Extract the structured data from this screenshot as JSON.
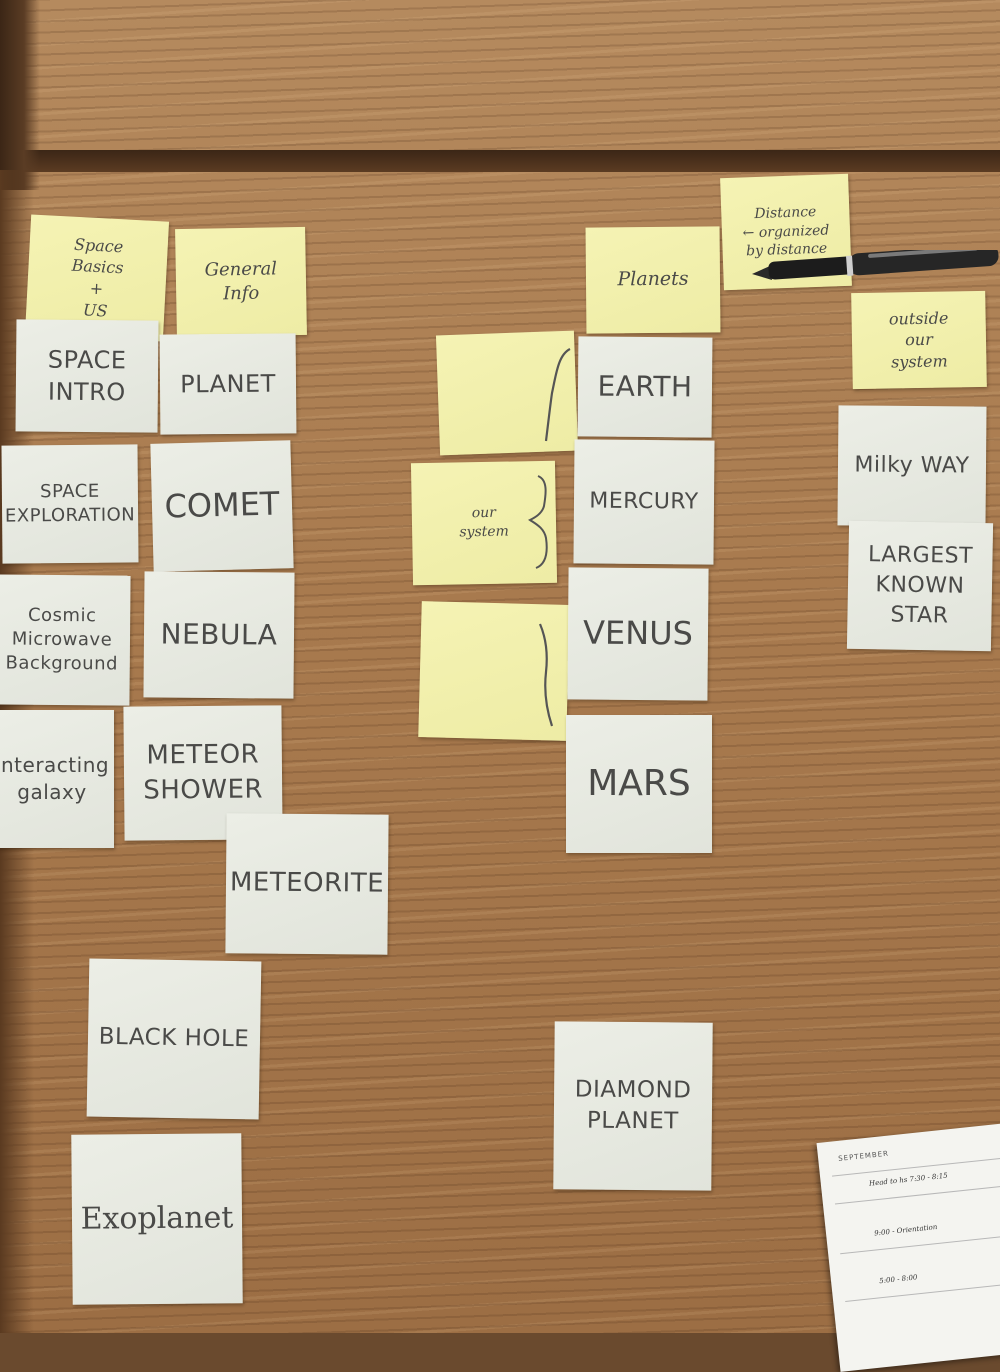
{
  "notes": {
    "space_basics": "Space\nBasics\n+\nUS",
    "general_info": "General\nInfo",
    "planets_header": "Planets",
    "organized": "Distance\n← organized\nby distance",
    "outside_system": "outside\nour\nsystem",
    "space_intro": "SPACE\nINTRO",
    "planet": "PLANET",
    "space_exploration": "SPACE\nEXPLORATION",
    "comet": "COMET",
    "cosmic_background": "Cosmic\nMicrowave\nBackground",
    "nebula": "NEBULA",
    "interacting_galaxy": "interacting\ngalaxy",
    "meteor_shower": "METEOR\nSHOWER",
    "meteorite": "METEORITE",
    "black_hole": "BLACK HOLE",
    "exoplanet": "Exoplanet",
    "our_system": "our\nsystem",
    "earth": "EARTH",
    "mercury": "MERCURY",
    "venus": "VENUS",
    "mars": "MARS",
    "diamond_planet": "DIAMOND\nPLANET",
    "milky_way": "Milky WAY",
    "largest_star": "LARGEST\nKNOWN\nSTAR"
  },
  "planner": {
    "month": "SEPTEMBER",
    "entries": [
      "Head to hs 7:30 - 8:15",
      "9:00 - Orientation",
      "5:00 - 8:00"
    ]
  },
  "colors": {
    "yellow_note": "#f5f3b4",
    "white_note": "#eceee6",
    "ink": "#4a4a48",
    "wood": "#a87a4e"
  }
}
